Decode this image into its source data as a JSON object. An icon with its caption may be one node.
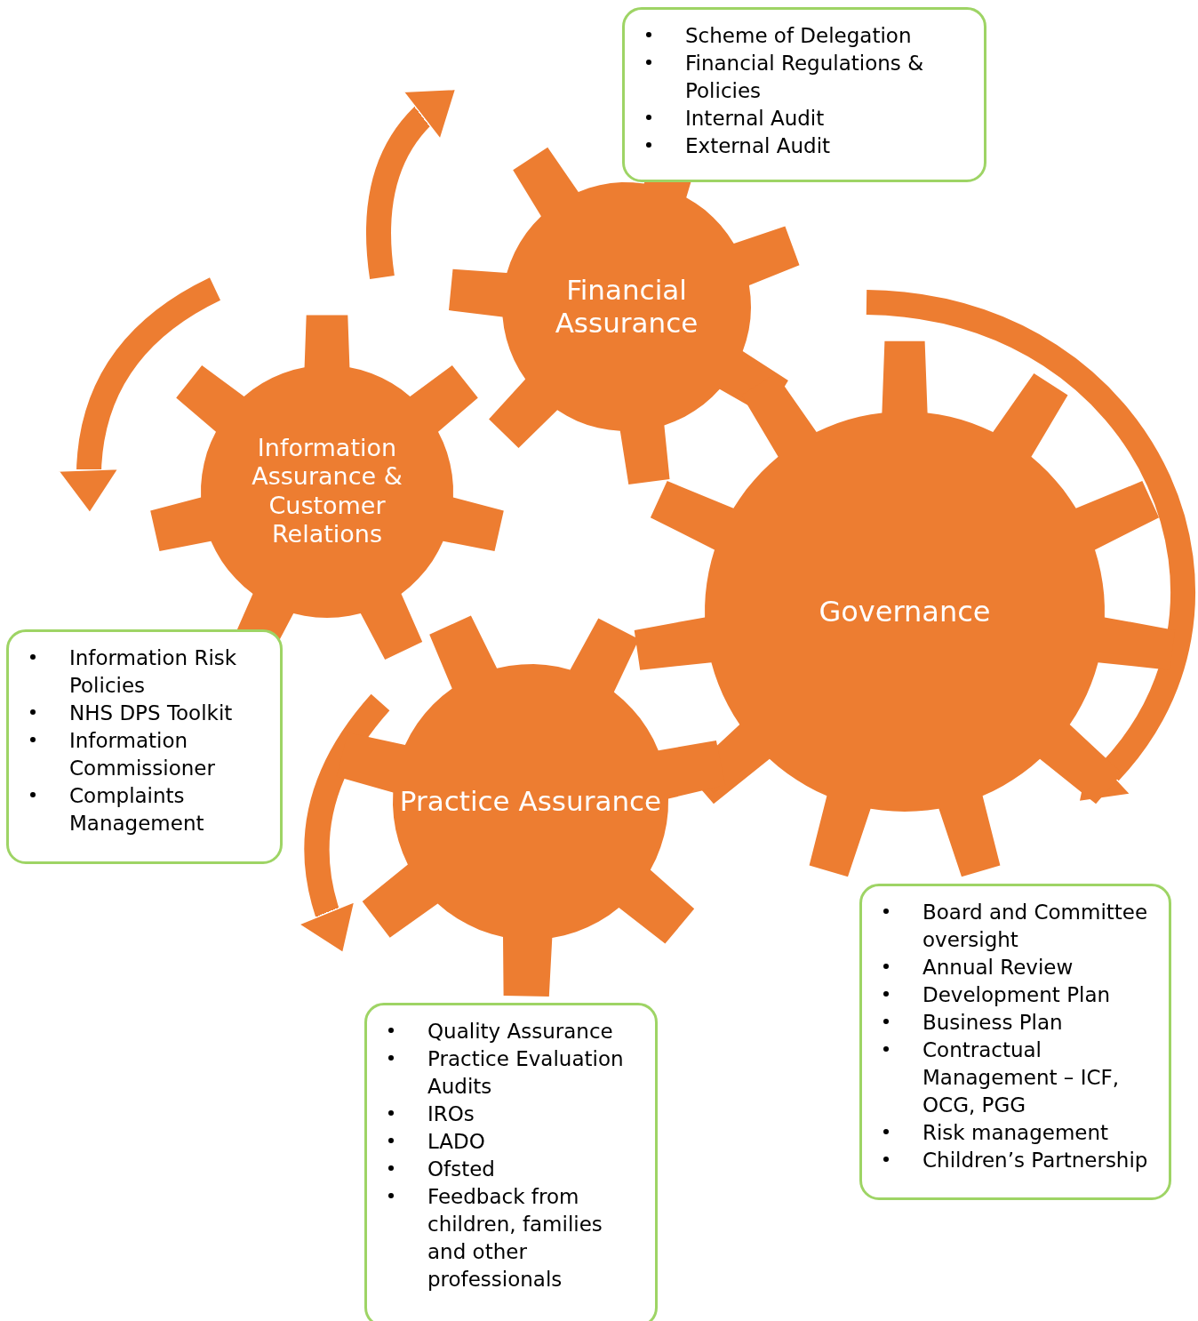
{
  "diagram": {
    "nodes": [
      {
        "text": [
          "Financial Assurance"
        ]
      },
      {
        "text": [
          "Scheme of Delegation",
          "Financial Regulations & Policies",
          "Internal Audit",
          "External Audit"
        ]
      },
      {
        "text": [
          "Information Assurance & Customer Relations"
        ]
      },
      {
        "text": [
          "Information Risk Policies",
          "NHS DPS Toolkit",
          "Information Commissioner",
          "Complaints Management"
        ]
      },
      {
        "text": [
          "Governance"
        ]
      },
      {
        "text": [
          "Board and Committee oversight",
          "Annual Review",
          "Development Plan",
          "Business Plan",
          "Contractual Management – ICF, OCG, PGG",
          "Risk management",
          "Children’s Partnership"
        ]
      },
      {
        "text": [
          "Practice Assurance"
        ]
      },
      {
        "text": [
          "Quality Assurance",
          "Practice Evaluation Audits",
          "IROs",
          "LADO",
          "Ofsted",
          "Feedback from children, families and other professionals"
        ]
      }
    ],
    "edges": []
  }
}
